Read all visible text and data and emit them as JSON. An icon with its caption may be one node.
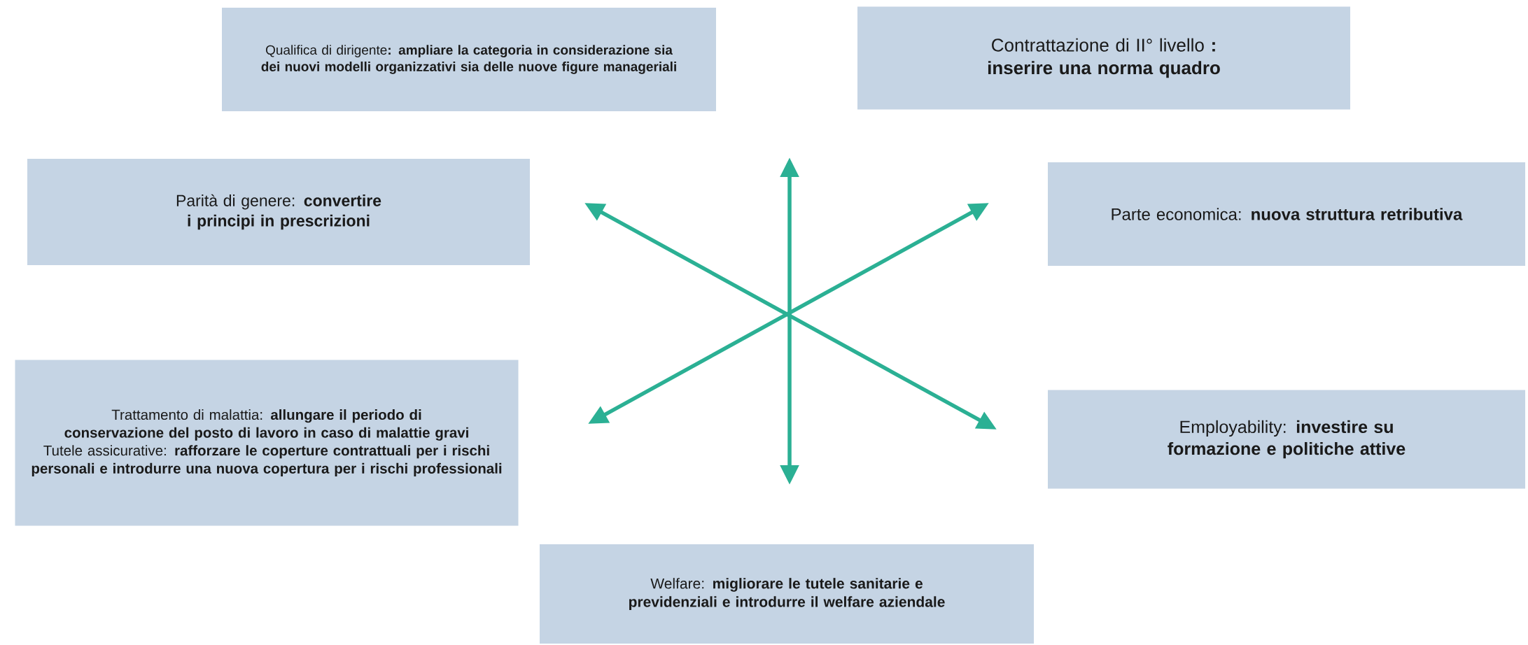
{
  "diagram": {
    "nodes": [
      {
        "text": [
          "Qualifica di dirigente**: ampliare la categoria in considerazione sia dei nuovi modelli organizzativi sia delle nuove figure manageriali**"
        ]
      },
      {
        "text": [
          "Contrattazione di II° livello **: inserire una norma quadro**"
        ]
      },
      {
        "text": [
          "Parità di genere: **convertire i principi in prescrizioni**"
        ]
      },
      {
        "text": [
          "Parte economica: **nuova struttura retributiva**"
        ]
      },
      {
        "text": [
          "Trattamento di malattia: **allungare il periodo di conservazione del posto di lavoro in caso di malattie gravi**",
          "Tutele assicurative: **rafforzare le coperture contrattuali per i rischi personali e introdurre una nuova copertura per i rischi professionali**"
        ]
      },
      {
        "text": [
          "Employability: **investire su formazione e politiche attive**"
        ]
      },
      {
        "text": [
          "Welfare: **migliorare le tutele sanitarie e previdenziali e introdurre il welfare aziendale**"
        ]
      }
    ]
  }
}
